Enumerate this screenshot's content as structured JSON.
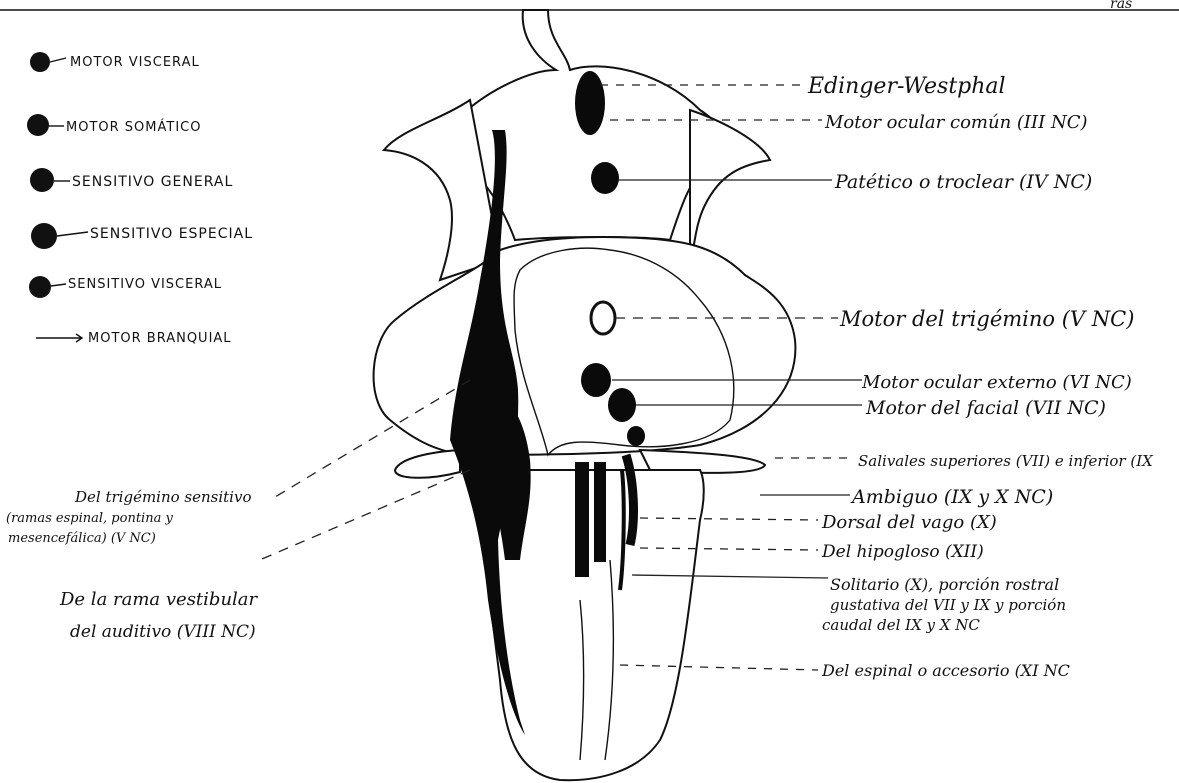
{
  "header": {
    "fragment": "ras"
  },
  "legend": [
    {
      "label": "MOTOR VISCERAL"
    },
    {
      "label": "MOTOR SOMÁTICO"
    },
    {
      "label": "SENSITIVO GENERAL"
    },
    {
      "label": "SENSITIVO ESPECIAL"
    },
    {
      "label": "SENSITIVO VISCERAL"
    },
    {
      "label": "MOTOR BRANQUIAL"
    }
  ],
  "labels_right": [
    {
      "text": "Edinger-Westphal"
    },
    {
      "text": "Motor ocular común (III NC)"
    },
    {
      "text": "Patético o troclear (IV NC)"
    },
    {
      "text": "Motor del trigémino (V NC)"
    },
    {
      "text": "Motor ocular externo (VI NC)"
    },
    {
      "text": "Motor del facial (VII NC)"
    },
    {
      "text": "Salivales superiores (VII) e inferior (IX"
    },
    {
      "text": "Ambiguo (IX y X NC)"
    },
    {
      "text": "Dorsal del vago (X)"
    },
    {
      "text": "Del hipogloso (XII)"
    },
    {
      "text": "Solitario (X), porción rostral"
    },
    {
      "text": "gustativa del VII y IX y porción"
    },
    {
      "text": "caudal del IX y X NC"
    },
    {
      "text": "Del espinal o accesorio (XI NC"
    }
  ],
  "labels_left": [
    {
      "text": "Del trigémino sensitivo"
    },
    {
      "text": "(ramas espinal, pontina y"
    },
    {
      "text": "mesencefálica) (V NC)"
    },
    {
      "text": "De la rama vestibular"
    },
    {
      "text": "del auditivo (VIII NC)"
    }
  ],
  "colors": {
    "ink": "#111111",
    "background": "#ffffff",
    "nucleus": "#0a0a0a"
  }
}
